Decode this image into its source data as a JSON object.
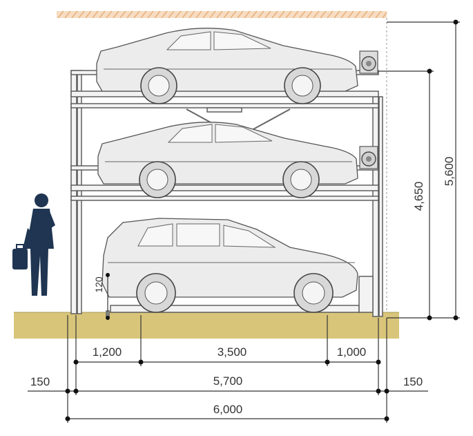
{
  "dimensions": {
    "bottom_left_segment": "1,200",
    "bottom_middle_segment": "3,500",
    "bottom_right_segment": "1,000",
    "left_margin": "150",
    "inner_width": "5,700",
    "right_margin": "150",
    "total_width": "6,000",
    "platform_height": "4,650",
    "total_height": "5,600",
    "small_clearance": "120"
  },
  "colors": {
    "ground": "#d9c57a",
    "ceiling_hatch": "#e8b07a",
    "person": "#1f3552",
    "frame": "#555555"
  },
  "icons": {
    "person": "businessman-with-briefcase-icon",
    "motor": "motor-unit-icon"
  }
}
